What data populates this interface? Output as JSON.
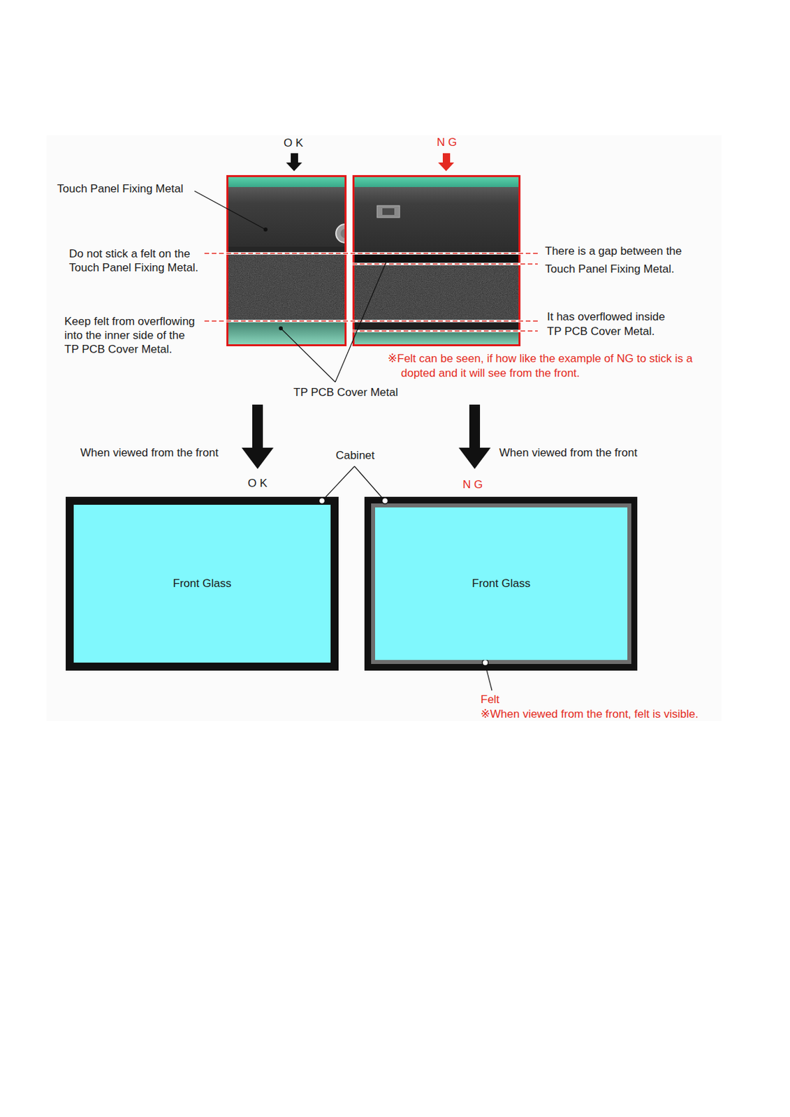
{
  "diagram": {
    "nodes": [
      {
        "text": [
          "Front Glass"
        ]
      },
      {
        "text": [
          "Front Glass"
        ]
      }
    ],
    "labels": [
      "O K",
      "N G",
      "Touch Panel Fixing Metal",
      "Do not stick a felt on the Touch Panel Fixing Metal.",
      "Keep felt from overflowing into the inner side of the TP PCB Cover Metal.",
      "There is a gap between the Touch Panel Fixing Metal.",
      "It has overflowed inside TP PCB Cover Metal.",
      "※Felt can be seen, if how like the example of NG to stick is a dopted and it will see from the front.",
      "TP PCB Cover Metal",
      "When viewed from the front",
      "When viewed from the front",
      "Cabinet",
      "O K",
      "N G",
      "Felt",
      "※When viewed from the front, felt is visible."
    ]
  }
}
